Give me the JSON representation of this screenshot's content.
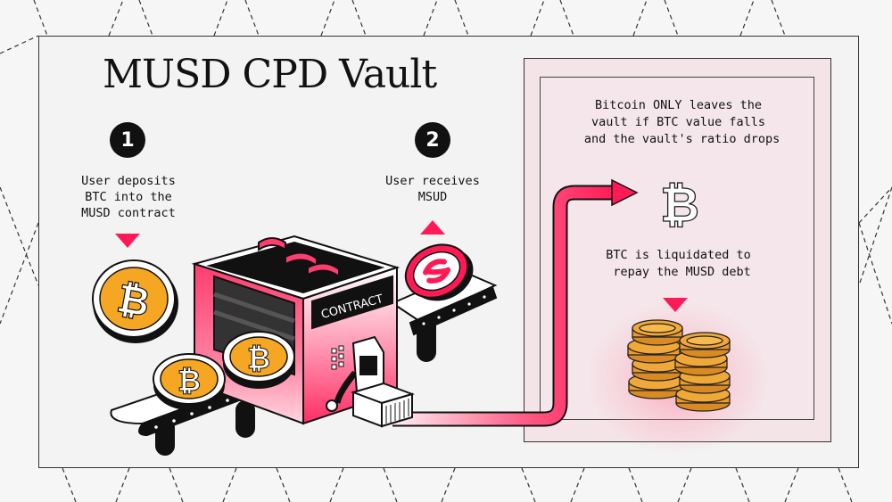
{
  "title": "MUSD CPD Vault",
  "steps": [
    {
      "number": "1",
      "text": "User deposits\nBTC into the\nMUSD contract",
      "arrow": "down"
    },
    {
      "number": "2",
      "text": "User receives\nMSUD",
      "arrow": "up"
    }
  ],
  "machine": {
    "label": "CONTRACT"
  },
  "vault": {
    "condition_text": "Bitcoin ONLY leaves the\nvault if BTC value falls\n and the vault's ratio drops",
    "bitcoin_symbol": "₿",
    "liquidation_text": "BTC is liquidated to\n repay the MUSD debt"
  },
  "colors": {
    "accent": "#ff1a55",
    "bitcoin_orange": "#f5a623",
    "coin_gold": "#e8a030",
    "frame_bg": "#f3f3f3",
    "vault_bg": "#f4e4e8",
    "ink": "#111111"
  }
}
